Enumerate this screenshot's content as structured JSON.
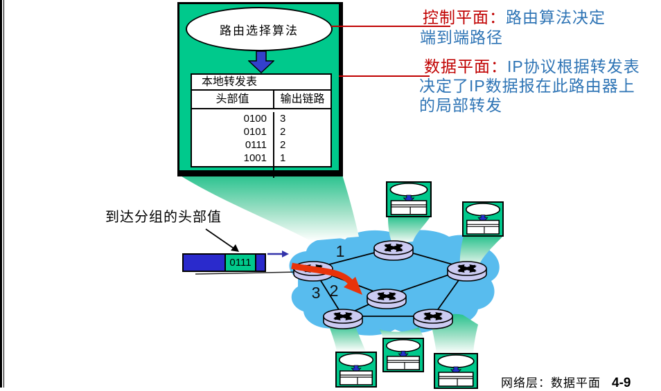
{
  "control_box": {
    "algorithm_label": "路由选择算法",
    "table": {
      "title": "本地转发表",
      "headers": [
        "头部值",
        "输出链路"
      ],
      "rows": [
        [
          "0100",
          "3"
        ],
        [
          "0101",
          "2"
        ],
        [
          "0111",
          "2"
        ],
        [
          "1001",
          "1"
        ]
      ]
    }
  },
  "annotations": {
    "control_plane": {
      "label": "控制平面：",
      "line1_rest": "路由算法决定",
      "line2": "端到端路径"
    },
    "data_plane": {
      "label": "数据平面：",
      "line1_rest": "IP协议根据转发表",
      "line2": "决定了IP数据报在此路由器上",
      "line3": "的局部转发"
    }
  },
  "packet": {
    "label": "到达分组的头部值",
    "header_value": "0111"
  },
  "network": {
    "link_labels": [
      "1",
      "2",
      "3"
    ]
  },
  "footer": {
    "label": "网络层：数据平面",
    "page": "4-9"
  },
  "icons": {
    "router": "router-cylinder-icon",
    "host": "host-forwarding-icon",
    "down_arrow": "down-arrow-icon"
  },
  "colors": {
    "box_green": "#00C98C",
    "cloud_blue": "#58BCEE",
    "router_lavender": "#CBCBF2",
    "packet_blue": "#2A2ACC",
    "accent_red": "#C00000",
    "text_blue": "#2E74B5",
    "arrow_red": "#E8330A"
  }
}
